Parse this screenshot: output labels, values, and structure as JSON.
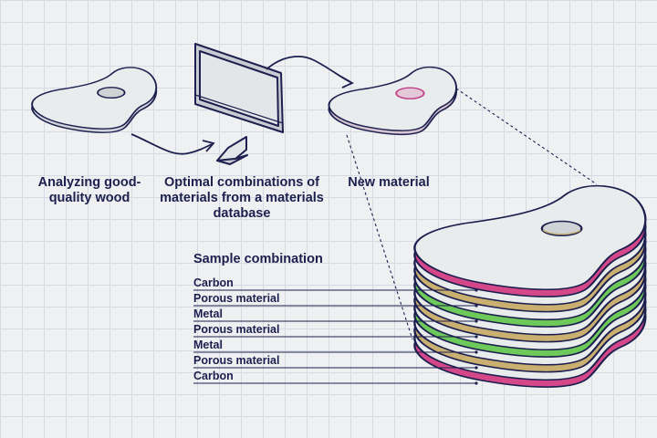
{
  "labels": {
    "analyze": "Analyzing good-quality wood",
    "optimal": "Optimal combinations of materials from a materials database",
    "new_material": "New material",
    "sample_title": "Sample combination"
  },
  "layers": [
    {
      "name": "Carbon",
      "color": "#d4488a"
    },
    {
      "name": "Porous material",
      "color": "#c9b070"
    },
    {
      "name": "Metal",
      "color": "#6cc95a"
    },
    {
      "name": "Porous material",
      "color": "#c9b070"
    },
    {
      "name": "Metal",
      "color": "#6cc95a"
    },
    {
      "name": "Porous material",
      "color": "#c9b070"
    },
    {
      "name": "Carbon",
      "color": "#d4488a"
    }
  ],
  "colors": {
    "ink": "#1d1f4e",
    "fill": "#e9ecec",
    "wood_edge": "#8a8fc4",
    "new_edge": "#c2408a"
  }
}
